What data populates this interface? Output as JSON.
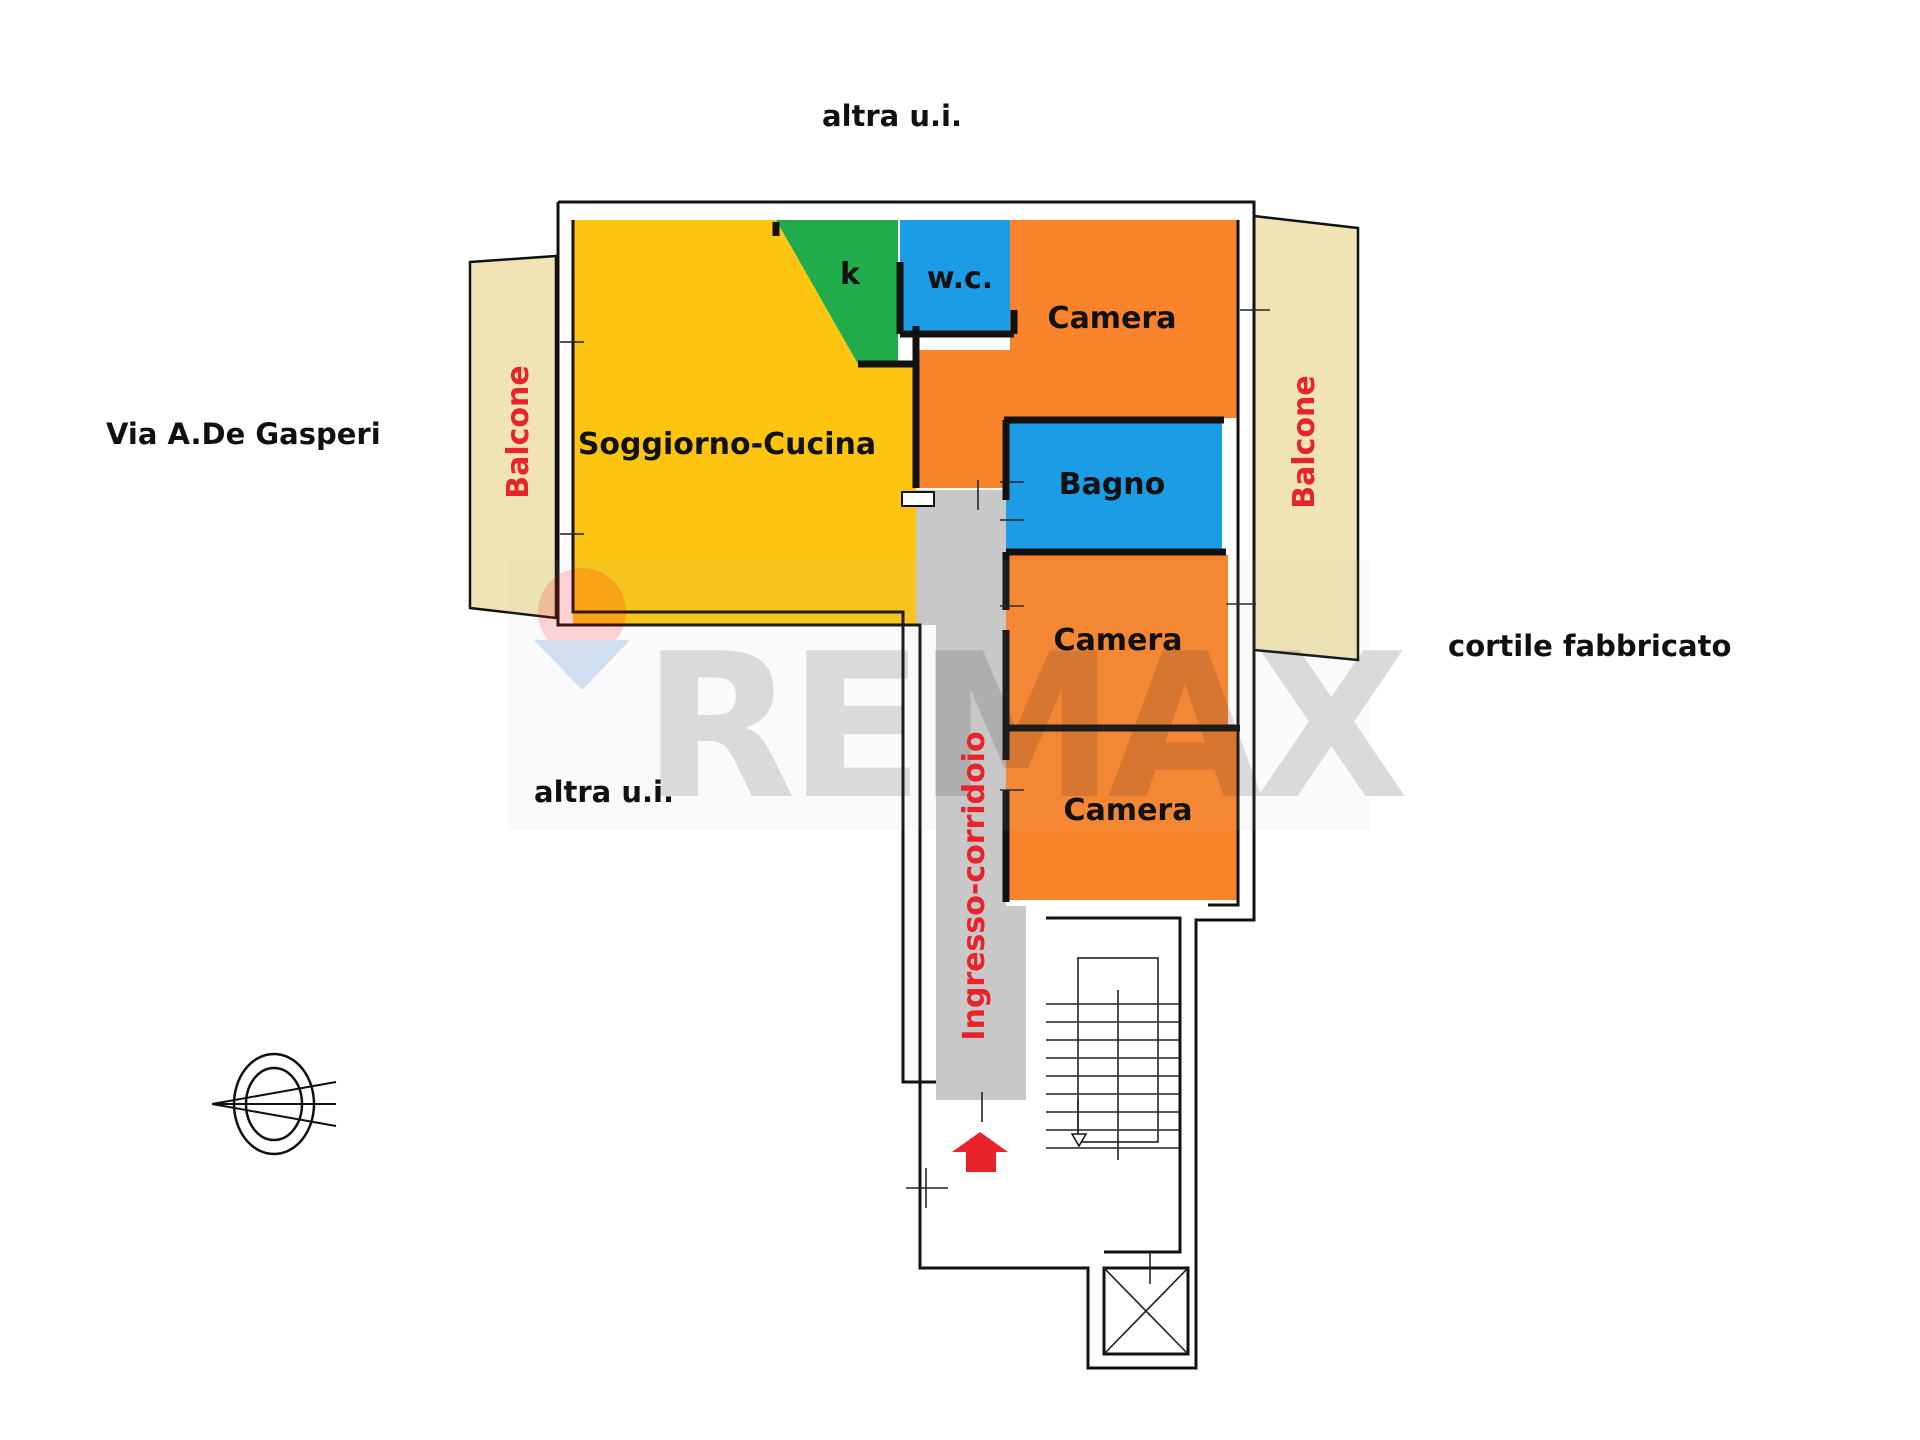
{
  "labels": {
    "top_neighbor": "altra u.i.",
    "bottom_neighbor": "altra u.i.",
    "street": "Via A.De Gasperi",
    "courtyard": "cortile fabbricato"
  },
  "rooms": {
    "living_kitchen": "Soggiorno-Cucina",
    "kitchenette": "k",
    "wc": "w.c.",
    "bedroom_1": "Camera",
    "bathroom": "Bagno",
    "bedroom_2": "Camera",
    "bedroom_3": "Camera",
    "hallway": "Ingresso-corridoio",
    "balcony_left": "Balcone",
    "balcony_right": "Balcone"
  },
  "watermark": {
    "text": "REMAX"
  },
  "colors": {
    "living": "#fdc512",
    "kitchenette": "#21ac4b",
    "wc_bath": "#1b9ce4",
    "bedrooms": "#f9832a",
    "hallway": "#c8c8c8",
    "balcony": "#f0e4b4",
    "accent_red": "#e8232a"
  },
  "icons": [
    "compass-icon",
    "entrance-arrow-icon",
    "stair-arrow-icon"
  ]
}
